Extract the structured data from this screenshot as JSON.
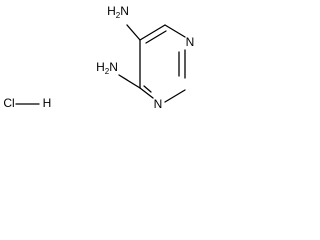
{
  "molecule": {
    "labels": {
      "amine_top": "NH2",
      "amine_left": "NH2",
      "ring_n_right": "N",
      "ring_n_bottom": "N",
      "hcl": "Cl—H"
    },
    "text": {
      "amine_main": "H",
      "amine_sub": "2",
      "amine_n": "N",
      "cl": "Cl",
      "h": "H"
    }
  },
  "colors": {
    "bond": "#000000",
    "text": "#000000",
    "background": "#ffffff"
  }
}
